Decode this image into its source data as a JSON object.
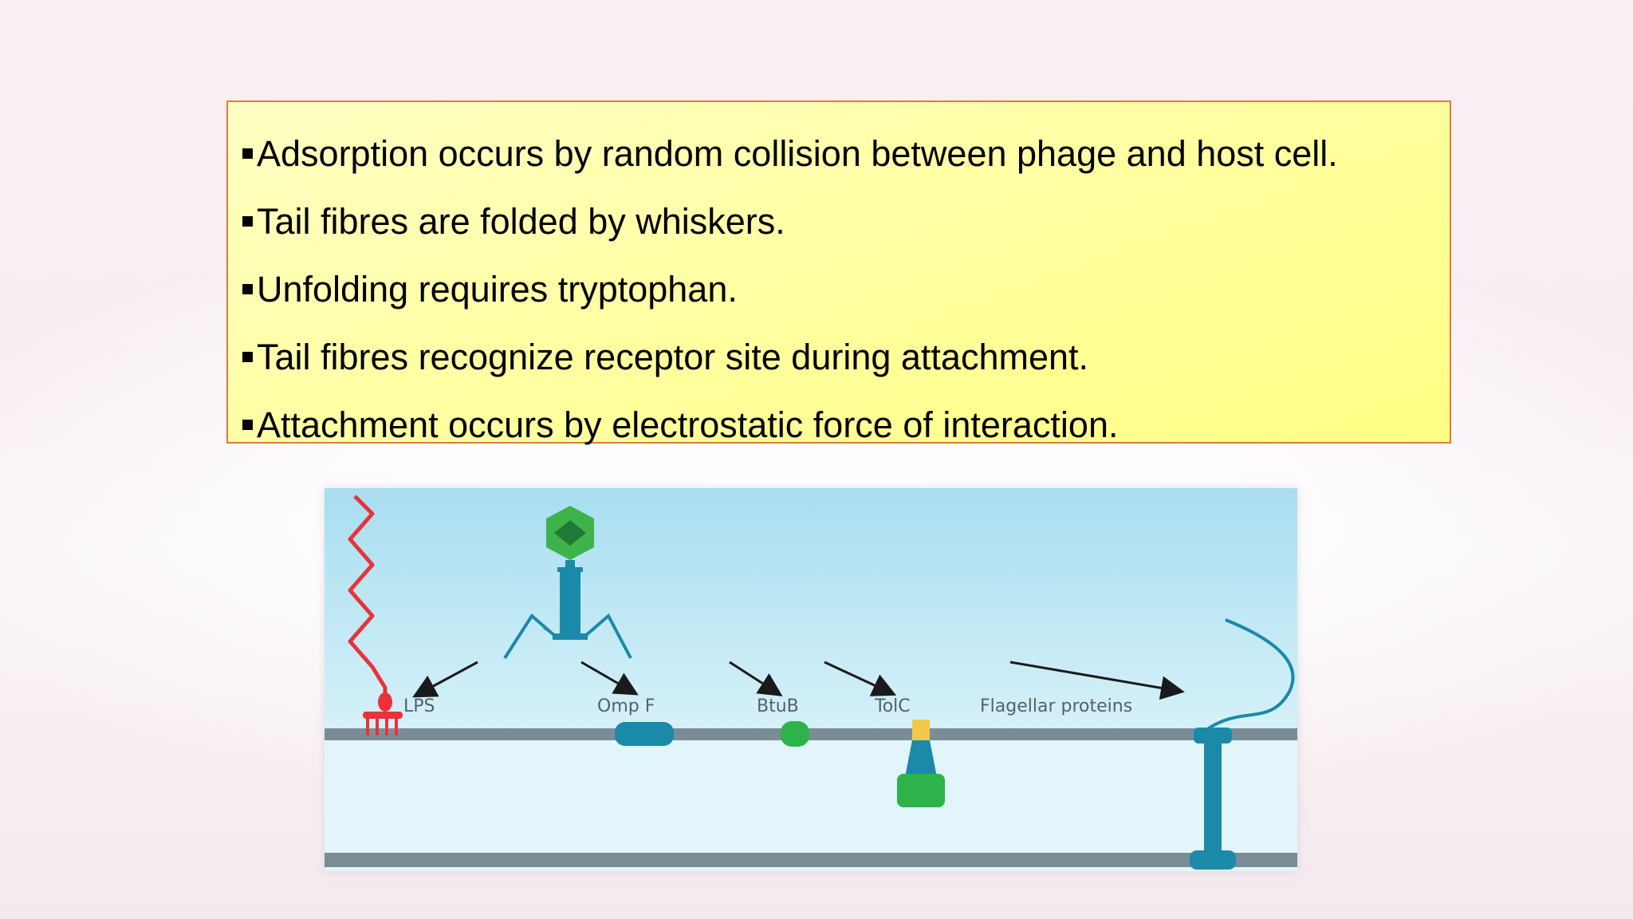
{
  "bullets": [
    "Adsorption occurs by random collision between phage and host cell.",
    "Tail fibres are folded by whiskers.",
    "Unfolding requires tryptophan.",
    "Tail fibres recognize receptor site during attachment.",
    "Attachment occurs by electrostatic force of interaction."
  ],
  "diagram": {
    "labels": {
      "lps": "LPS",
      "ompf": "Omp F",
      "btub": "BtuB",
      "tolc": "TolC",
      "flagellar": "Flagellar proteins"
    }
  },
  "colors": {
    "box_fill": "#ffff9e",
    "box_border": "#e07b39",
    "lps_red": "#e8333a",
    "phage_green": "#3db34a",
    "phage_dark_green": "#1f7a35",
    "protein_teal": "#1a8aa8",
    "btub_green": "#2eb34a",
    "tolc_yellow": "#f2c84b",
    "membrane_gray": "#7a8c96"
  }
}
